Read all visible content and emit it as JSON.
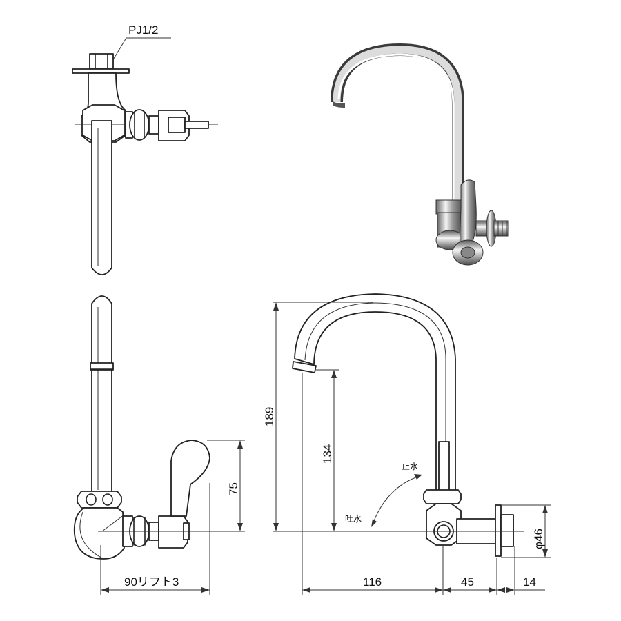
{
  "labels": {
    "thread": "PJ1/2",
    "width_lift": "90リフト3",
    "handle_height": "75",
    "total_height": "189",
    "spout_height": "134",
    "stop_water": "止水",
    "discharge": "吐水",
    "diameter": "φ46",
    "reach": "116",
    "depth": "45",
    "flange": "14"
  },
  "colors": {
    "line": "#222222",
    "chrome_dark": "#555555",
    "chrome_light": "#f4f4f4"
  }
}
